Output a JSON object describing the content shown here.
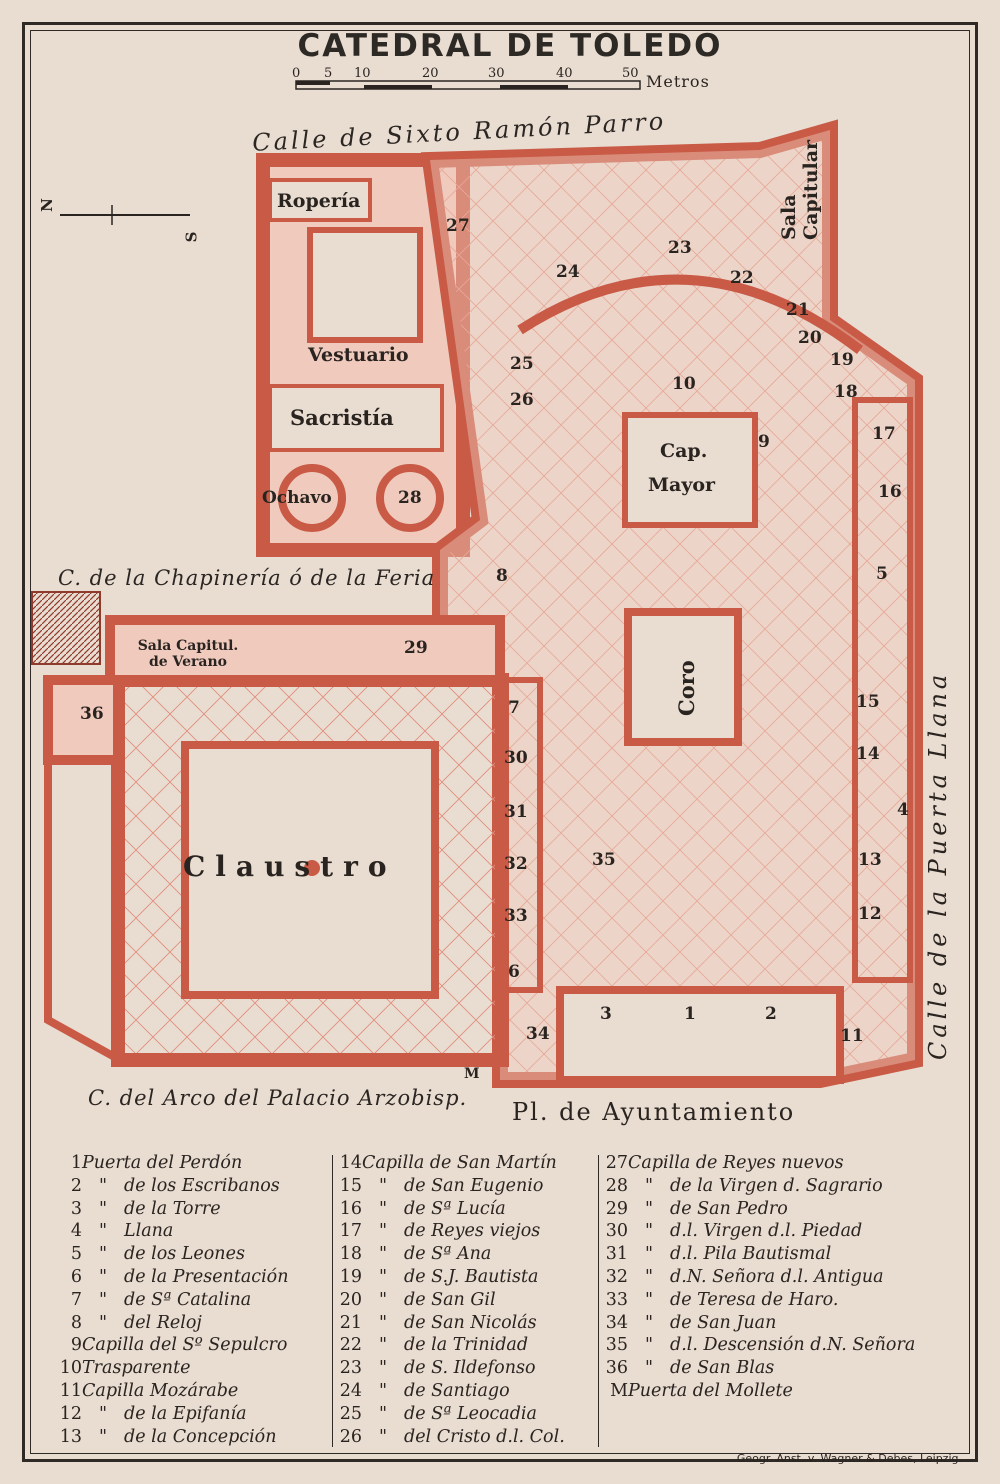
{
  "title": "CATEDRAL DE TOLEDO",
  "scale": {
    "ticks": [
      "0",
      "5",
      "10",
      "20",
      "30",
      "40",
      "50"
    ],
    "unit": "Metros"
  },
  "compass": {
    "north": "N",
    "south": "S"
  },
  "colors": {
    "paper": "#e9dcd1",
    "walls": "#c85a46",
    "floor": "#efcabd",
    "ink": "#2a2420"
  },
  "streets": {
    "north": "Calle de Sixto Ramón Parro",
    "east": "Calle de la Puerta Llana",
    "middle": "C. de la Chapinería ó de la Feria",
    "south": "C. del Arco del Palacio Arzobisp.",
    "plaza": "Pl. de Ayuntamiento"
  },
  "rooms": {
    "roperia": "Ropería",
    "vestuario": "Vestuario",
    "sacristia": "Sacristía",
    "ochavo": "Ochavo",
    "sala_capitular": "Sala Capitular",
    "sala_capitular_a": "Sala",
    "sala_capitular_b": "Capitular",
    "sala_verano_a": "Sala Capitul.",
    "sala_verano_b": "de Verano",
    "cap_a": "Cap.",
    "cap_b": "Mayor",
    "coro": "Coro",
    "claustro": "Claustro"
  },
  "plan_numbers": [
    "1",
    "2",
    "3",
    "4",
    "5",
    "6",
    "7",
    "8",
    "9",
    "10",
    "11",
    "12",
    "13",
    "14",
    "15",
    "16",
    "17",
    "18",
    "19",
    "20",
    "21",
    "22",
    "23",
    "24",
    "25",
    "26",
    "27",
    "28",
    "29",
    "30",
    "31",
    "32",
    "33",
    "34",
    "35",
    "36",
    "M"
  ],
  "legend": {
    "col1": [
      {
        "n": "1",
        "q": "",
        "t": "Puerta del Perdón"
      },
      {
        "n": "2",
        "q": "\"",
        "t": "de los Escribanos"
      },
      {
        "n": "3",
        "q": "\"",
        "t": "de la Torre"
      },
      {
        "n": "4",
        "q": "\"",
        "t": "Llana"
      },
      {
        "n": "5",
        "q": "\"",
        "t": "de los Leones"
      },
      {
        "n": "6",
        "q": "\"",
        "t": "de la Presentación"
      },
      {
        "n": "7",
        "q": "\"",
        "t": "de Sª Catalina"
      },
      {
        "n": "8",
        "q": "\"",
        "t": "del Reloj"
      },
      {
        "n": "9",
        "q": "",
        "t": "Capilla del Sº Sepulcro"
      },
      {
        "n": "10",
        "q": "",
        "t": "Trasparente"
      },
      {
        "n": "11",
        "q": "",
        "t": "Capilla Mozárabe"
      },
      {
        "n": "12",
        "q": "\"",
        "t": "de la Epifanía"
      },
      {
        "n": "13",
        "q": "\"",
        "t": "de la Concepción"
      }
    ],
    "col2": [
      {
        "n": "14",
        "q": "",
        "t": "Capilla de San Martín"
      },
      {
        "n": "15",
        "q": "\"",
        "t": "de San Eugenio"
      },
      {
        "n": "16",
        "q": "\"",
        "t": "de Sª Lucía"
      },
      {
        "n": "17",
        "q": "\"",
        "t": "de Reyes viejos"
      },
      {
        "n": "18",
        "q": "\"",
        "t": "de Sª Ana"
      },
      {
        "n": "19",
        "q": "\"",
        "t": "de S.J. Bautista"
      },
      {
        "n": "20",
        "q": "\"",
        "t": "de San Gil"
      },
      {
        "n": "21",
        "q": "\"",
        "t": "de San Nicolás"
      },
      {
        "n": "22",
        "q": "\"",
        "t": "de la Trinidad"
      },
      {
        "n": "23",
        "q": "\"",
        "t": "de S. Ildefonso"
      },
      {
        "n": "24",
        "q": "\"",
        "t": "de Santiago"
      },
      {
        "n": "25",
        "q": "\"",
        "t": "de Sª Leocadia"
      },
      {
        "n": "26",
        "q": "\"",
        "t": "del Cristo d.l. Col."
      }
    ],
    "col3": [
      {
        "n": "27",
        "q": "",
        "t": "Capilla de Reyes nuevos"
      },
      {
        "n": "28",
        "q": "\"",
        "t": "de la Virgen d. Sagrario"
      },
      {
        "n": "29",
        "q": "\"",
        "t": "de San Pedro"
      },
      {
        "n": "30",
        "q": "\"",
        "t": "d.l. Virgen d.l. Piedad"
      },
      {
        "n": "31",
        "q": "\"",
        "t": "d.l. Pila Bautismal"
      },
      {
        "n": "32",
        "q": "\"",
        "t": "d.N. Señora d.l. Antigua"
      },
      {
        "n": "33",
        "q": "\"",
        "t": "de Teresa de Haro."
      },
      {
        "n": "34",
        "q": "\"",
        "t": "de San Juan"
      },
      {
        "n": "35",
        "q": "\"",
        "t": "d.l. Descensión d.N. Señora"
      },
      {
        "n": "36",
        "q": "\"",
        "t": "de San Blas"
      },
      {
        "n": "M",
        "q": "",
        "t": "Puerta del Mollete"
      }
    ]
  },
  "credit": "Geogr. Anst. v. Wagner & Debes, Leipzig."
}
